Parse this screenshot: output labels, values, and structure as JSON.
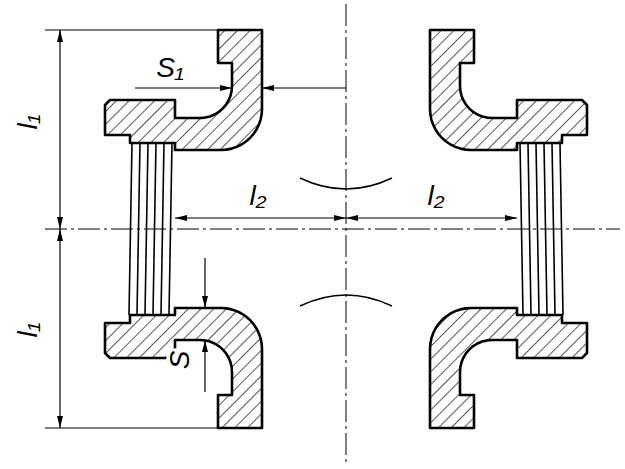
{
  "diagram": {
    "labels": [
      "l₁",
      "l₁",
      "l₂",
      "l₂",
      "S₁",
      "S"
    ]
  }
}
